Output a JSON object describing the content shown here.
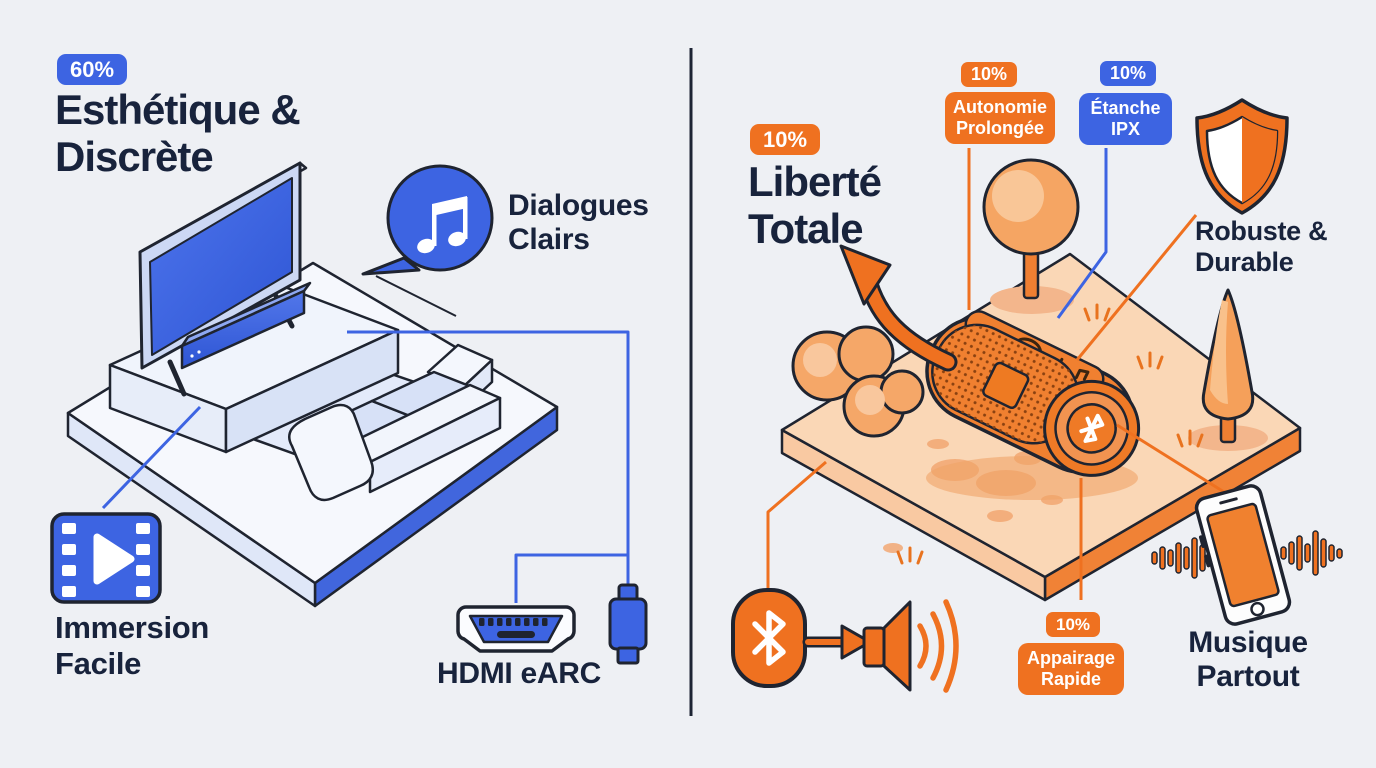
{
  "palette": {
    "background": "#eef0f4",
    "blue": "#3d64e2",
    "orange": "#ef7120",
    "navy_text": "#18233c",
    "light_blue_fill": "#dce5f8",
    "light_orange_fill": "#fad7b6",
    "outline": "#1f2430"
  },
  "divider": {
    "color": "#1d2434"
  },
  "left_panel": {
    "percent_badge": "60%",
    "title": {
      "line1": "Esthétique &",
      "line2": "Discrète"
    },
    "dialogues": {
      "line1": "Dialogues",
      "line2": "Clairs"
    },
    "immersion": {
      "line1": "Immersion",
      "line2": "Facile"
    },
    "hdmi_label": "HDMI eARC",
    "icons": {
      "bubble": "music-note-speech-bubble",
      "film": "film-strip-play",
      "port": "hdmi-port",
      "plug": "hdmi-cable-plug",
      "scene": "living-room-tv-soundbar-sofa"
    }
  },
  "right_panel": {
    "percent_badge": "10%",
    "title": {
      "line1": "Liberté",
      "line2": "Totale"
    },
    "autonomie": {
      "badge": "10%",
      "line1": "Autonomie",
      "line2": "Prolongée"
    },
    "etanche": {
      "badge": "10%",
      "line1": "Étanche",
      "line2": "IPX"
    },
    "robuste": {
      "line1": "Robuste &",
      "line2": "Durable"
    },
    "appairage": {
      "badge": "10%",
      "line1": "Appairage",
      "line2": "Rapide"
    },
    "musique": {
      "line1": "Musique",
      "line2": "Partout"
    },
    "icons": {
      "shield": "shield-half-orange",
      "bluetooth": "bluetooth-badge",
      "pairing_arrow": "right-arrow",
      "speaker_wave": "speaker-sound-waves",
      "phone": "smartphone-with-waveforms",
      "arrow": "curved-arrow-up-left",
      "scene": "outdoor-portable-speaker-trees"
    }
  }
}
